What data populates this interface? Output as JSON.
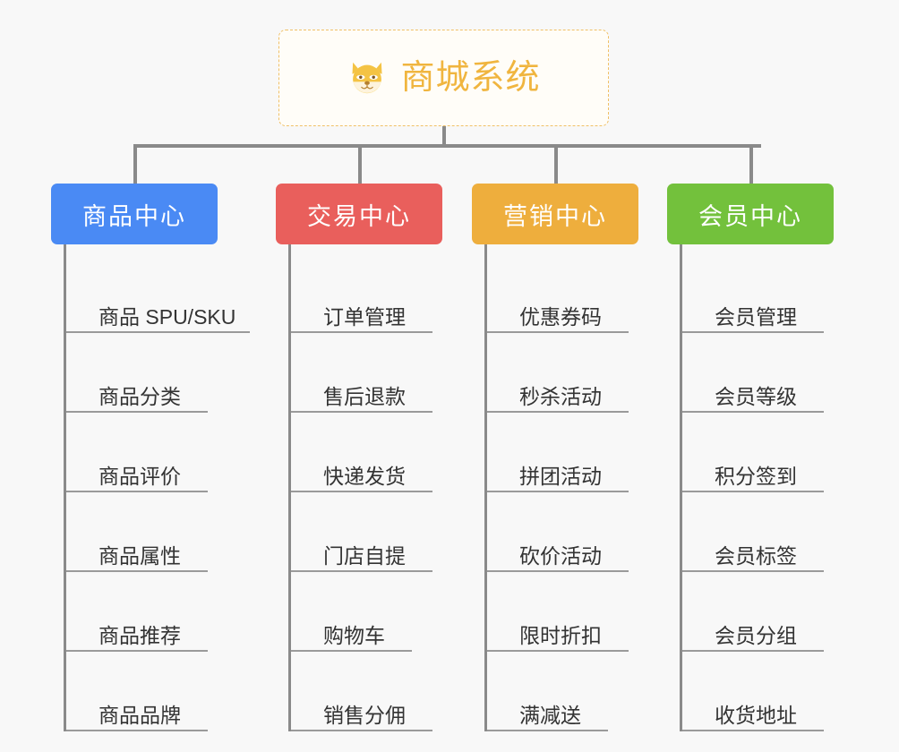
{
  "page": {
    "background_color": "#f8f8f8",
    "title": "商城系统"
  },
  "root": {
    "label": "商城系统",
    "icon": "shiba-dog-icon",
    "text_color": "#f0b53f",
    "border_color": "#f0c066",
    "background_color": "#fffdf8"
  },
  "connector": {
    "color": "#8a8a8a"
  },
  "branches": [
    {
      "label": "商品中心",
      "color": "#4a8af4",
      "items": [
        {
          "label": "商品 SPU/SKU",
          "rule_width": 205
        },
        {
          "label": "商品分类",
          "rule_width": 158
        },
        {
          "label": "商品评价",
          "rule_width": 158
        },
        {
          "label": "商品属性",
          "rule_width": 158
        },
        {
          "label": "商品推荐",
          "rule_width": 158
        },
        {
          "label": "商品品牌",
          "rule_width": 158
        }
      ]
    },
    {
      "label": "交易中心",
      "color": "#e95f5c",
      "items": [
        {
          "label": "订单管理",
          "rule_width": 158
        },
        {
          "label": "售后退款",
          "rule_width": 158
        },
        {
          "label": "快递发货",
          "rule_width": 158
        },
        {
          "label": "门店自提",
          "rule_width": 158
        },
        {
          "label": "购物车",
          "rule_width": 135
        },
        {
          "label": "销售分佣",
          "rule_width": 158
        }
      ]
    },
    {
      "label": "营销中心",
      "color": "#eeae3d",
      "items": [
        {
          "label": "优惠券码",
          "rule_width": 158
        },
        {
          "label": "秒杀活动",
          "rule_width": 158
        },
        {
          "label": "拼团活动",
          "rule_width": 158
        },
        {
          "label": "砍价活动",
          "rule_width": 158
        },
        {
          "label": "限时折扣",
          "rule_width": 158
        },
        {
          "label": "满减送",
          "rule_width": 135
        }
      ]
    },
    {
      "label": "会员中心",
      "color": "#73c13c",
      "items": [
        {
          "label": "会员管理",
          "rule_width": 158
        },
        {
          "label": "会员等级",
          "rule_width": 158
        },
        {
          "label": "积分签到",
          "rule_width": 158
        },
        {
          "label": "会员标签",
          "rule_width": 158
        },
        {
          "label": "会员分组",
          "rule_width": 158
        },
        {
          "label": "收货地址",
          "rule_width": 158
        }
      ]
    }
  ]
}
